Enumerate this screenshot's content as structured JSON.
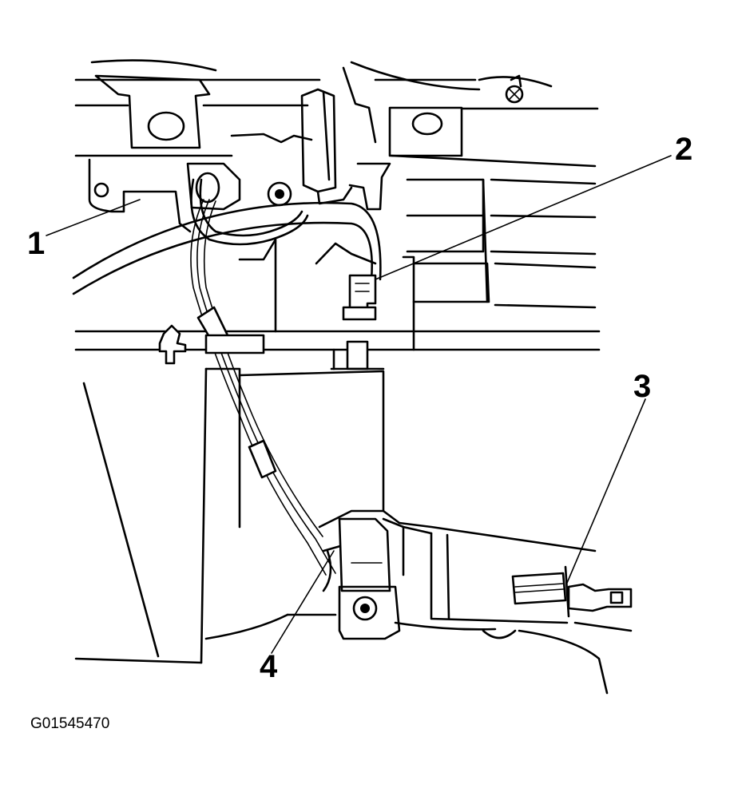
{
  "diagram": {
    "callouts": [
      {
        "id": "1",
        "label": "1"
      },
      {
        "id": "2",
        "label": "2"
      },
      {
        "id": "3",
        "label": "3"
      },
      {
        "id": "4",
        "label": "4"
      }
    ],
    "figure_code": "G01545470"
  }
}
